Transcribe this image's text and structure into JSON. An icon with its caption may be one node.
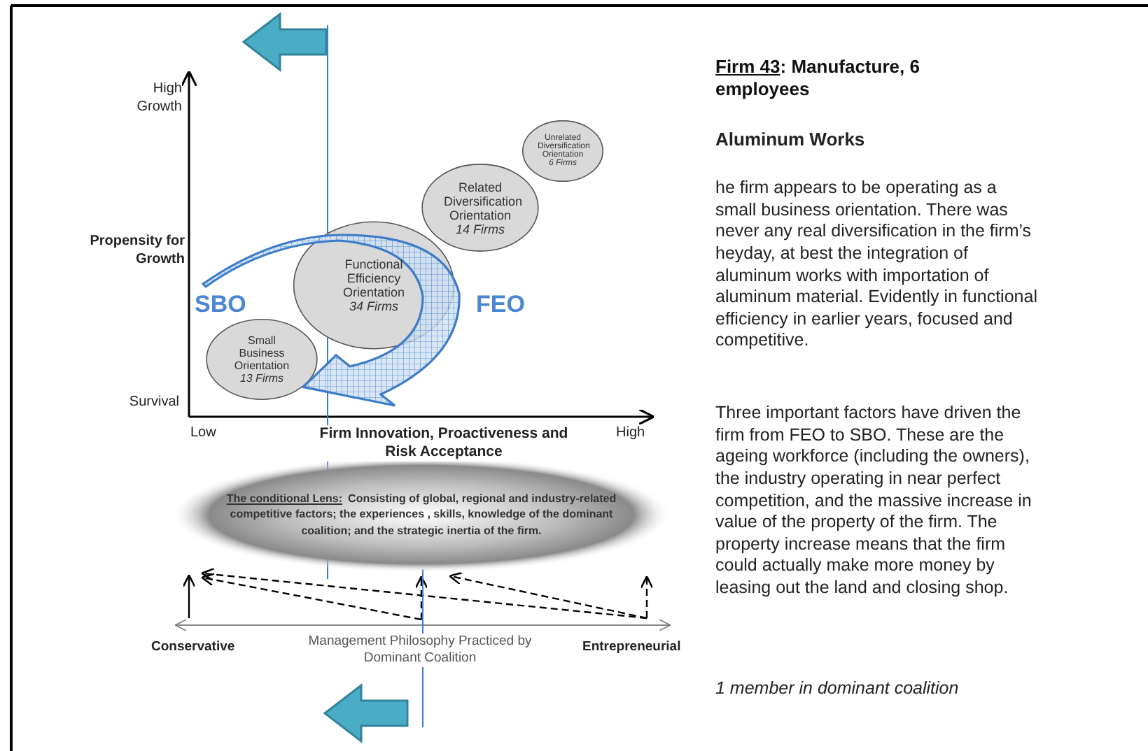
{
  "diagram": {
    "title": "Firm 43: Manufacture, 6 employees",
    "nodes": [
      {
        "text": [
          "Small Business Orientation",
          "13 Firms"
        ]
      },
      {
        "text": [
          "Functional Efficiency Orientation",
          "34 Firms"
        ]
      },
      {
        "text": [
          "Related Diversification Orientation",
          "14 Firms"
        ]
      },
      {
        "text": [
          "Unrelated Diversification Orientation",
          "6 Firms"
        ]
      },
      {
        "text": [
          "The conditional Lens:",
          "Consisting of global, regional and industry-related competitive factors; the experiences , skills, knowledge of the dominant coalition; and the strategic inertia of the firm."
        ]
      }
    ],
    "edges": [
      {
        "from": 1,
        "to": 0,
        "arrow": "to",
        "style": "thick"
      }
    ],
    "labels": [
      "High Growth",
      "Propensity for Growth",
      "Survival",
      "Low",
      "Firm Innovation, Proactiveness and Risk Acceptance",
      "High",
      "SBO",
      "FEO",
      "Conservative",
      "Management Philosophy Practiced by Dominant Coalition",
      "Entrepreneurial",
      "Aluminum Works",
      "he firm appears to be operating as a small business orientation. There was never any real diversification in the firm’s heyday, at best the integration of aluminum works with importation of aluminum material. Evidently in functional efficiency in earlier years, focused and competitive.",
      "Three important factors have driven the firm from FEO to SBO. These are the ageing workforce (including the owners), the industry operating in near perfect competition, and the massive increase in value of the property of the firm. The property increase means that the firm could actually make more money by leasing out the land and closing shop.",
      "1 member in dominant coalition"
    ]
  }
}
